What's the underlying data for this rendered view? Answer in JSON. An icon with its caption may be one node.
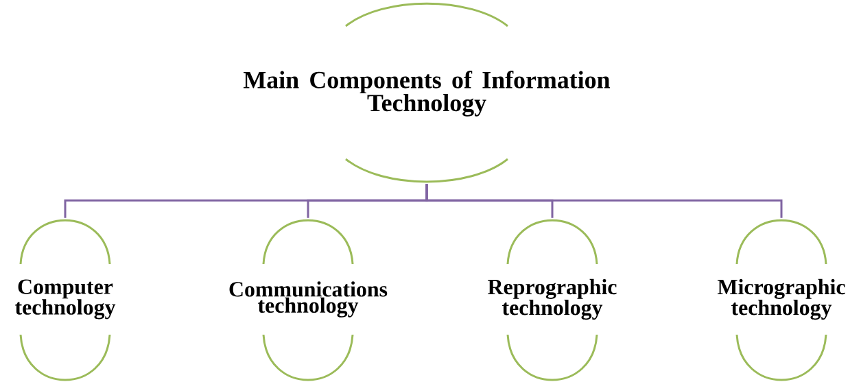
{
  "diagram": {
    "nodes": [
      {
        "text": [
          "Main Components of Information Technology"
        ]
      },
      {
        "text": [
          "Computer technology"
        ]
      },
      {
        "text": [
          "Communications technology"
        ]
      },
      {
        "text": [
          "Reprographic technology"
        ]
      },
      {
        "text": [
          "Micrographic technology"
        ]
      }
    ],
    "edges": [
      {
        "from": 0,
        "to": 1,
        "arrow": "none"
      },
      {
        "from": 0,
        "to": 2,
        "arrow": "none"
      },
      {
        "from": 0,
        "to": 3,
        "arrow": "none"
      },
      {
        "from": 0,
        "to": 4,
        "arrow": "none"
      }
    ]
  }
}
